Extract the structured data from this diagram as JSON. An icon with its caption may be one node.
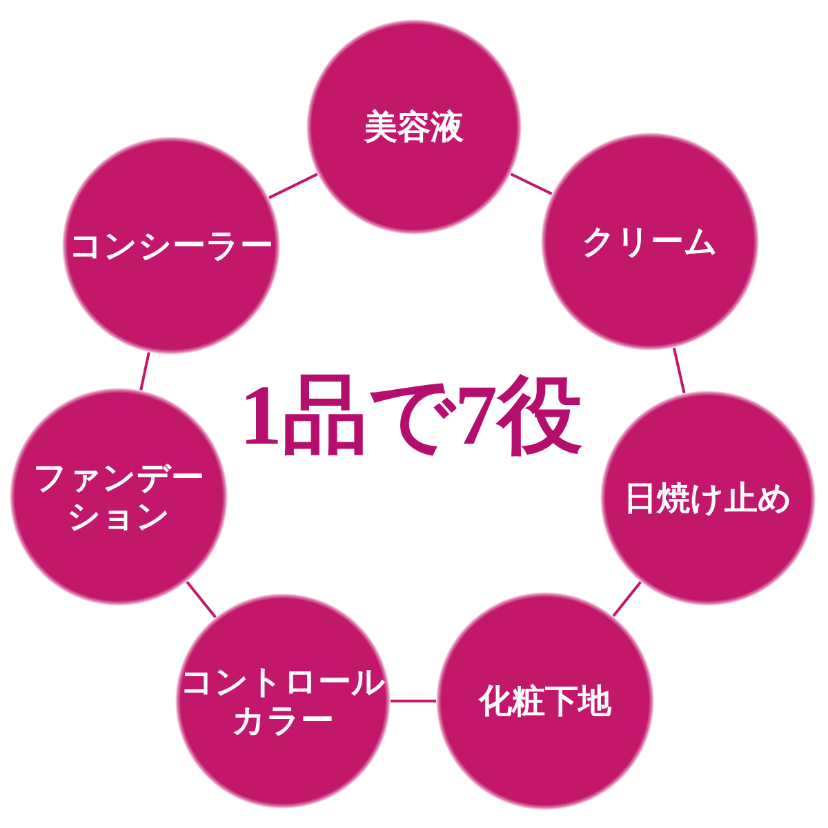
{
  "diagram": {
    "title": "1品で7役",
    "nodes": [
      {
        "text": [
          "美容液"
        ]
      },
      {
        "text": [
          "クリーム"
        ]
      },
      {
        "text": [
          "日焼け止め"
        ]
      },
      {
        "text": [
          "化粧下地"
        ]
      },
      {
        "text": [
          "コントロールカラー"
        ]
      },
      {
        "text": [
          "ファンデーション"
        ]
      },
      {
        "text": [
          "コンシーラー"
        ]
      }
    ],
    "edges": [
      {
        "from": 0,
        "to": 1,
        "arrow": "none"
      },
      {
        "from": 1,
        "to": 2,
        "arrow": "none"
      },
      {
        "from": 2,
        "to": 3,
        "arrow": "none"
      },
      {
        "from": 3,
        "to": 4,
        "arrow": "none"
      },
      {
        "from": 4,
        "to": 5,
        "arrow": "none"
      },
      {
        "from": 5,
        "to": 6,
        "arrow": "none"
      },
      {
        "from": 6,
        "to": 0,
        "arrow": "none"
      }
    ]
  }
}
